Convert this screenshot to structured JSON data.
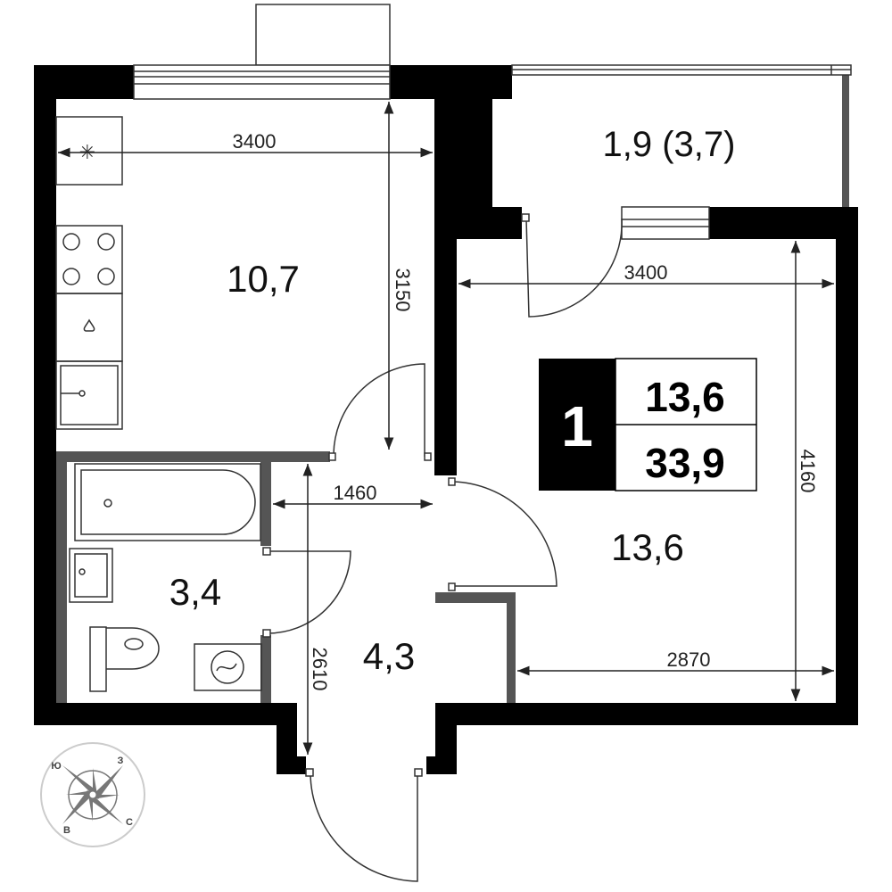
{
  "rooms": [
    {
      "id": "kitchen",
      "area": "10,7"
    },
    {
      "id": "balcony",
      "area": "1,9 (3,7)"
    },
    {
      "id": "bedroom",
      "area": "13,6"
    },
    {
      "id": "bathroom",
      "area": "3,4"
    },
    {
      "id": "hallway",
      "area": "4,3"
    }
  ],
  "dimensions": [
    {
      "id": "kitchen-width",
      "value": "3400"
    },
    {
      "id": "kitchen-depth",
      "value": "3150"
    },
    {
      "id": "room-width",
      "value": "3400"
    },
    {
      "id": "room-depth",
      "value": "4160"
    },
    {
      "id": "room-lower-width",
      "value": "2870"
    },
    {
      "id": "hall-width",
      "value": "1460"
    },
    {
      "id": "hall-depth",
      "value": "2610"
    }
  ],
  "summary": {
    "rooms_count": "1",
    "living_area": "13,6",
    "total_area": "33,9"
  },
  "compass": {
    "letters": [
      "Ю",
      "З",
      "В",
      "С"
    ]
  },
  "colors": {
    "wall": "#000000",
    "partition": "#555555",
    "line": "#333333",
    "badge": "#000000"
  }
}
